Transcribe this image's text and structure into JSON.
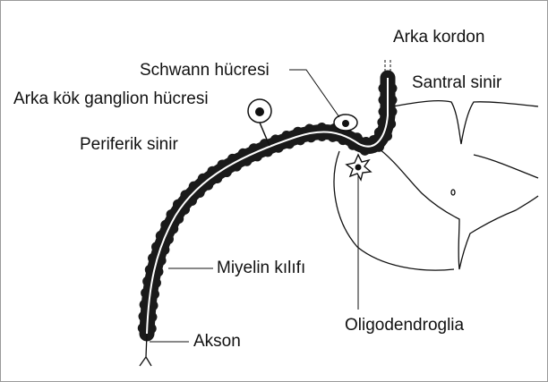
{
  "labels": {
    "arka_kordon": "Arka kordon",
    "santral_sinir": "Santral sinir",
    "schwann_hucresi": "Schwann hücresi",
    "arka_kok_ganglion_hucresi": "Arka kök ganglion hücresi",
    "periferik_sinir": "Periferik sinir",
    "miyelin_kilifi": "Miyelin kılıfı",
    "oligodendroglia": "Oligodendroglia",
    "akson": "Akson"
  },
  "colors": {
    "ink": "#111111",
    "myelin": "#1a1a1a",
    "axon": "#ffffff"
  }
}
